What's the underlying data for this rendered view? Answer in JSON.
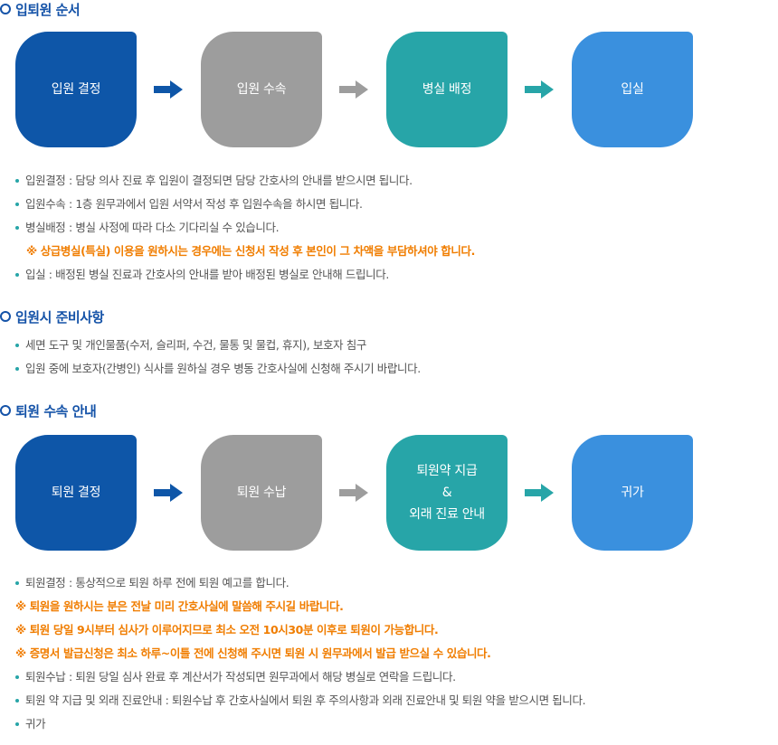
{
  "admission": {
    "heading": "입퇴원 순서",
    "steps": [
      "입원 결정",
      "입원 수속",
      "병실 배정",
      "입실"
    ],
    "items": [
      {
        "type": "bullet",
        "text": "입원결정 : 담당 의사 진료 후 입원이 결정되면 담당 간호사의 안내를 받으시면 됩니다."
      },
      {
        "type": "bullet",
        "text": "입원수속 : 1층 원무과에서 입원 서약서 작성 후 입원수속을 하시면 됩니다."
      },
      {
        "type": "bullet",
        "text": "병실배정 : 병실 사정에 따라 다소 기다리실 수 있습니다."
      },
      {
        "type": "note",
        "text": "※ 상급병실(특실) 이용을 원하시는 경우에는 신청서 작성 후 본인이 그 차액을 부담하셔야 합니다."
      },
      {
        "type": "bullet",
        "text": "입실 : 배정된 병실 진료과 간호사의 안내를 받아 배정된 병실로 안내해 드립니다."
      }
    ]
  },
  "preparation": {
    "heading": "입원시 준비사항",
    "items": [
      "세면 도구 및 개인물품(수저, 슬리퍼, 수건, 물통 및 물컵, 휴지), 보호자 침구",
      "입원 중에 보호자(간병인) 식사를 원하실 경우 병동 간호사실에 신청해 주시기 바랍니다."
    ]
  },
  "discharge": {
    "heading": "퇴원 수속 안내",
    "steps": [
      "퇴원 결정",
      "퇴원 수납",
      "퇴원약 지급",
      "&",
      "외래 진료 안내",
      "귀가"
    ],
    "items": [
      {
        "type": "bullet",
        "text": "퇴원결정 : 통상적으로 퇴원 하루 전에 퇴원 예고를 합니다."
      },
      {
        "type": "note",
        "text": "※ 퇴원을 원하시는 분은 전날 미리 간호사실에 말씀해 주시길 바랍니다."
      },
      {
        "type": "note",
        "text": "※ 퇴원 당일 9시부터 심사가 이루어지므로 최소 오전 10시30분 이후로 퇴원이 가능합니다."
      },
      {
        "type": "note",
        "text": "※ 증명서 발급신청은 최소 하루~이틀 전에 신청해 주시면 퇴원 시 원무과에서 발급 받으실 수 있습니다."
      },
      {
        "type": "bullet",
        "text": "퇴원수납 : 퇴원 당일 심사 완료 후 계산서가 작성되면 원무과에서 해당 병실로 연락을 드립니다."
      },
      {
        "type": "bullet",
        "text": "퇴원 약 지급 및 외래 진료안내 : 퇴원수납 후 간호사실에서 퇴원 후 주의사항과 외래 진료안내 및 퇴원 약을 받으시면 됩니다."
      },
      {
        "type": "bullet",
        "text": "귀가"
      }
    ]
  },
  "colors": {
    "heading": "#1553a8",
    "blue": "#0e56a8",
    "gray": "#9d9d9d",
    "teal": "#27a5a8",
    "sky": "#3a90de",
    "note": "#f07d00"
  },
  "icons": {
    "heading_marker": "ring-icon",
    "flow_arrow": "arrow-right-icon",
    "list_bullet": "dot-icon"
  }
}
